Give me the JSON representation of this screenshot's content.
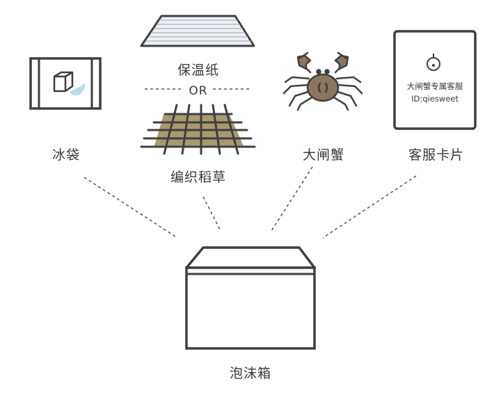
{
  "items": {
    "ice_pack": {
      "label": "冰袋"
    },
    "insulation_paper": {
      "label": "保温纸"
    },
    "or_text": "OR",
    "straw": {
      "label": "编织稻草"
    },
    "crab": {
      "label": "大闸蟹"
    },
    "service_card": {
      "label": "客服卡片",
      "line1": "大闸蟹专属客服",
      "line2": "ID:qiesweet"
    },
    "foam_box": {
      "label": "泡沫箱"
    }
  },
  "colors": {
    "stroke": "#3f3f3f",
    "ice_accent": "#b8dde6",
    "straw_fill": "#a89a6e",
    "crab_fill": "#8c7660",
    "paper_fill": "#eef0f4"
  }
}
